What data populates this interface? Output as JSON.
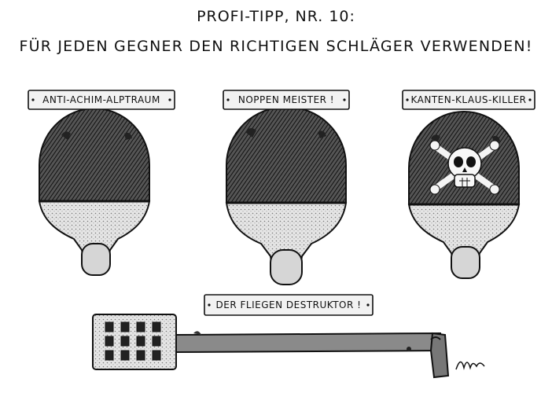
{
  "title": {
    "line1": "PROFI-TIPP, NR. 10:",
    "line2": "FÜR JEDEN GEGNER DEN RICHTIGEN SCHLÄGER VERWENDEN!"
  },
  "paddles": [
    {
      "label": "ANTI-ACHIM-ALPTRAUM"
    },
    {
      "label": "NOPPEN MEISTER !"
    },
    {
      "label": "KANTEN-KLAUS-KILLER",
      "emblem": "skull-and-crossbones-icon"
    }
  ],
  "swatter": {
    "label": "DER FLIEGEN DESTRUKTOR !"
  },
  "colors": {
    "ink": "#111111",
    "paper": "#ffffff",
    "rubber": "#3a3a3a",
    "handle": "#d9d9d9"
  }
}
